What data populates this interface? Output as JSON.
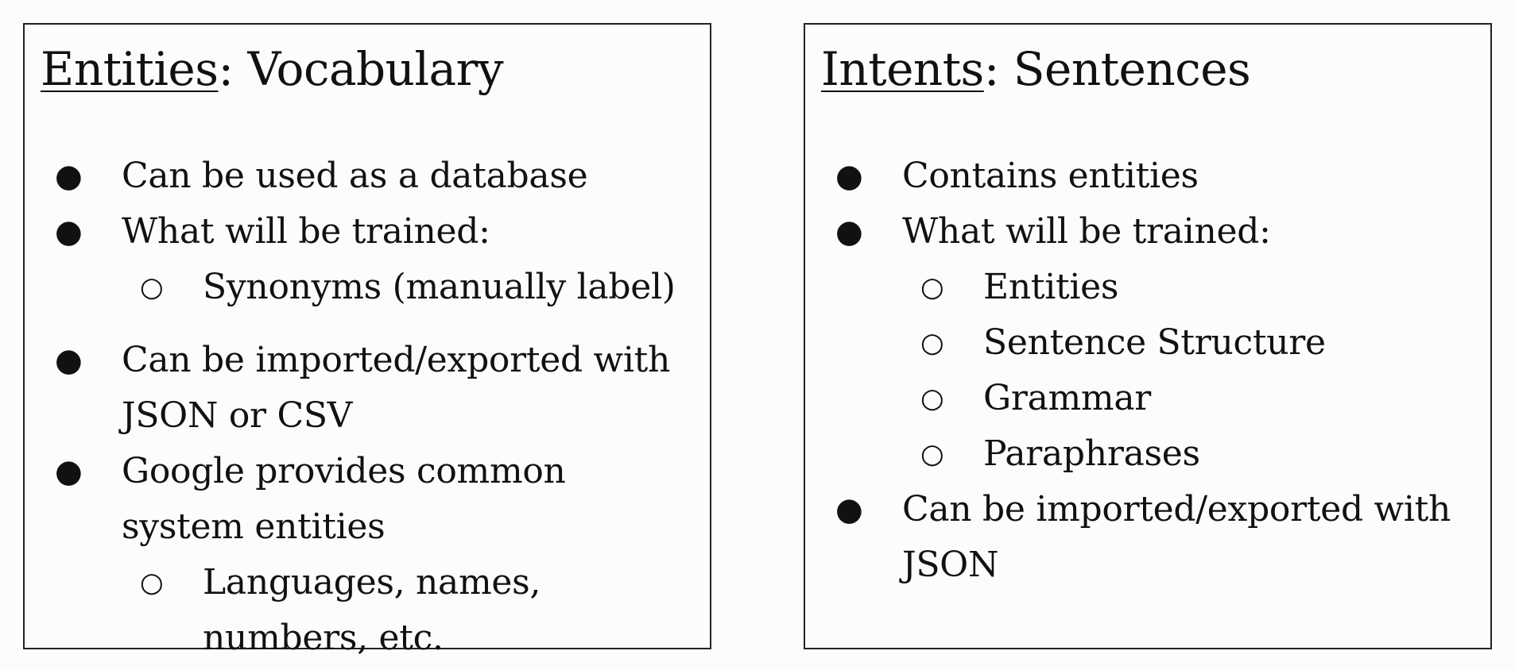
{
  "left_panel": {
    "title_key": "Entities",
    "title_rest": ": Vocabulary",
    "items": [
      {
        "level": 1,
        "lines": [
          "Can be used as a database"
        ]
      },
      {
        "level": 1,
        "lines": [
          "What will be trained:"
        ]
      },
      {
        "level": 2,
        "lines": [
          "Synonyms (manually label)"
        ]
      },
      {
        "level": 1,
        "lines": [
          "Can be imported/exported with",
          "JSON or CSV"
        ]
      },
      {
        "level": 1,
        "lines": [
          "Google provides common",
          "system entities"
        ]
      },
      {
        "level": 2,
        "lines": [
          "Languages, names,",
          "numbers, etc."
        ]
      }
    ]
  },
  "right_panel": {
    "title_key": "Intents",
    "title_rest": ": Sentences",
    "items": [
      {
        "level": 1,
        "lines": [
          "Contains entities"
        ]
      },
      {
        "level": 1,
        "lines": [
          "What will be trained:"
        ]
      },
      {
        "level": 2,
        "lines": [
          "Entities"
        ]
      },
      {
        "level": 2,
        "lines": [
          "Sentence Structure"
        ]
      },
      {
        "level": 2,
        "lines": [
          "Grammar"
        ]
      },
      {
        "level": 2,
        "lines": [
          "Paraphrases"
        ]
      },
      {
        "level": 1,
        "lines": [
          "Can be imported/exported with",
          "JSON"
        ]
      }
    ]
  },
  "markers": {
    "level_1": "●",
    "level_2": "○"
  }
}
